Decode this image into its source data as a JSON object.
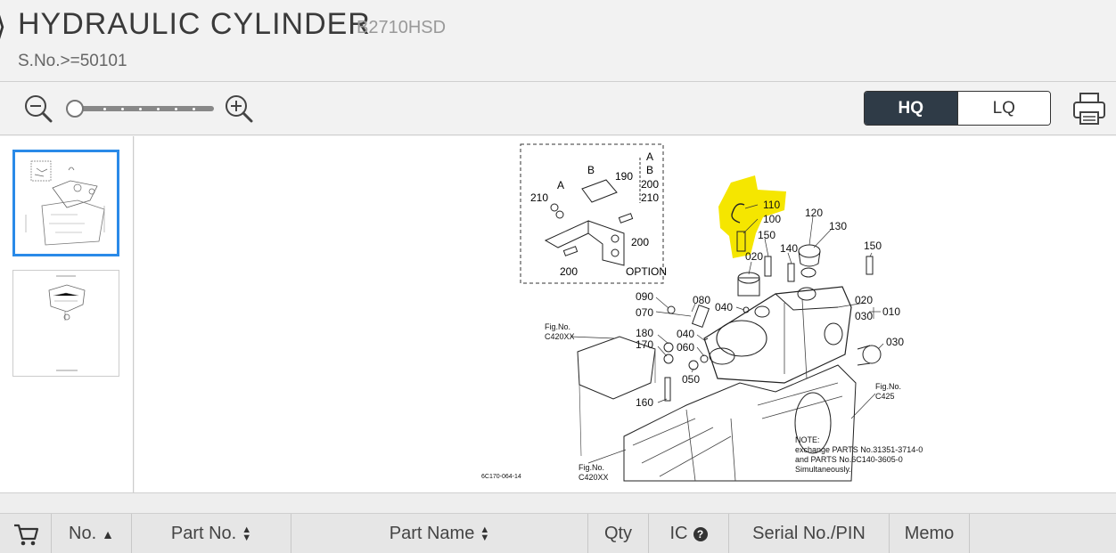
{
  "header": {
    "back_glyph": "⟩",
    "title": "HYDRAULIC CYLINDER",
    "model": "B2710HSD",
    "serial": "S.No.>=50101"
  },
  "toolbar": {
    "zoom_level": 0,
    "quality_options": [
      {
        "label": "HQ",
        "active": true
      },
      {
        "label": "LQ",
        "active": false
      }
    ]
  },
  "thumbnails": [
    {
      "active": true
    },
    {
      "active": false
    }
  ],
  "diagram": {
    "option_box": {
      "callouts": [
        "A",
        "B",
        "190",
        "210",
        "200",
        "200"
      ],
      "legend": [
        "A",
        "B",
        "200",
        "210"
      ],
      "label": "OPTION"
    },
    "callouts": [
      "110",
      "100",
      "120",
      "130",
      "150",
      "140",
      "150",
      "020",
      "020",
      "030",
      "010",
      "090",
      "080",
      "070",
      "040",
      "040",
      "060",
      "030",
      "180",
      "170",
      "050",
      "160"
    ],
    "fig_refs": [
      {
        "line1": "Fig.No.",
        "line2": "C420XX"
      },
      {
        "line1": "Fig.No.",
        "line2": "C425"
      },
      {
        "line1": "Fig.No.",
        "line2": "C420XX"
      }
    ],
    "note": [
      "NOTE:",
      "exchange PARTS No.31351-3714-0",
      "and PARTS No.6C140-3605-0",
      "Simultaneously."
    ],
    "drawing_code": "6C170-064-14",
    "highlight_color": "#f5e600"
  },
  "table": {
    "columns": [
      {
        "label": "",
        "icon": "cart-icon"
      },
      {
        "label": "No.",
        "sort": "asc"
      },
      {
        "label": "Part No.",
        "sort": "both"
      },
      {
        "label": "Part Name",
        "sort": "both"
      },
      {
        "label": "Qty"
      },
      {
        "label": "IC",
        "help": "?"
      },
      {
        "label": "Serial No./PIN"
      },
      {
        "label": "Memo"
      }
    ]
  }
}
